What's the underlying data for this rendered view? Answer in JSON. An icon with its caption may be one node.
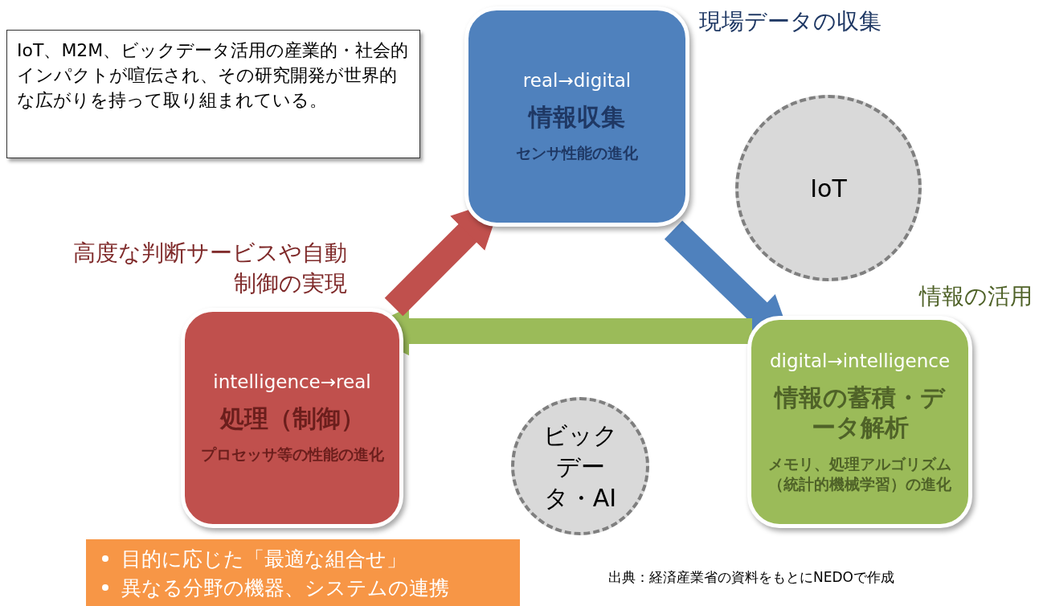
{
  "diagram": {
    "nodes": [
      {
        "text": [
          "IoT、M2M、ビックデータ活用の産業的・社会的インパクトが喧伝され、その研究開発が世界的な広がりを持って取り組まれている。"
        ]
      },
      {
        "text": [
          "real→digital",
          "情報収集",
          "センサ性能の進化"
        ],
        "beside": [
          "現場データの収集"
        ]
      },
      {
        "text": [
          "digital→intelligence",
          "情報の蓄積・データ解析",
          "メモリ、処理アルゴリズム（統計的機械学習）の進化"
        ],
        "beside": [
          "情報の活用"
        ]
      },
      {
        "text": [
          "intelligence→real",
          "処理（制御）",
          "プロセッサ等の性能の進化"
        ],
        "beside": [
          "高度な判断サービスや自動制御の実現"
        ]
      },
      {
        "text": [
          "IoT"
        ]
      },
      {
        "text": [
          "ビックデータ・AI"
        ]
      },
      {
        "text": [
          "目的に応じた「最適な組合せ」",
          "異なる分野の機器、システムの連携"
        ]
      }
    ],
    "edges": [
      {
        "from": 1,
        "to": 2,
        "arrow": "to",
        "color": "#4f81bd"
      },
      {
        "from": 2,
        "to": 3,
        "arrow": "to",
        "color": "#9bbb59"
      },
      {
        "from": 3,
        "to": 1,
        "arrow": "to",
        "color": "#c0504d"
      }
    ],
    "caption": "出典：経済産業省の資料をもとにNEDOで作成"
  }
}
